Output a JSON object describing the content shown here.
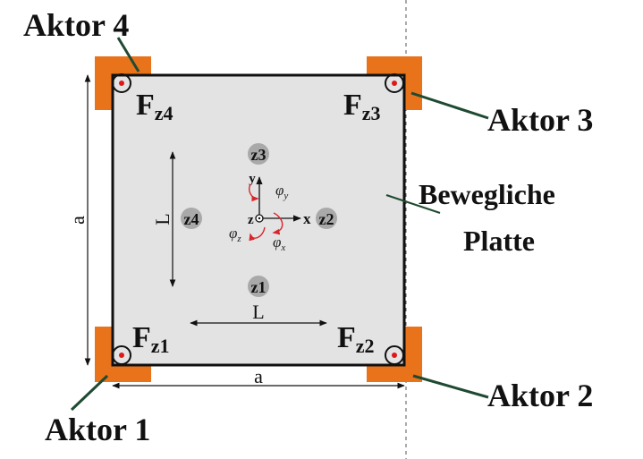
{
  "actuators": [
    {
      "label": "Aktor 1",
      "force_main": "F",
      "force_sub": "z1"
    },
    {
      "label": "Aktor 2",
      "force_main": "F",
      "force_sub": "z2"
    },
    {
      "label": "Aktor 3",
      "force_main": "F",
      "force_sub": "z3"
    },
    {
      "label": "Aktor 4",
      "force_main": "F",
      "force_sub": "z4"
    }
  ],
  "plate": {
    "label_line1": "Bewegliche",
    "label_line2": "Platte"
  },
  "dimensions": {
    "side": "a",
    "sensor_spacing": "L"
  },
  "sensors": [
    "z1",
    "z2",
    "z3",
    "z4"
  ],
  "axes": {
    "x": "x",
    "y": "y",
    "z": "z"
  },
  "rotations": {
    "phi_x_main": "φ",
    "phi_x_sub": "x",
    "phi_y_main": "φ",
    "phi_y_sub": "y",
    "phi_z_main": "φ",
    "phi_z_sub": "z"
  },
  "colors": {
    "actuator": "#e8731b",
    "plate": "#e3e3e3",
    "sensor": "#a9a9a9",
    "leader": "#1f4a32",
    "rotation_arrow": "#d9262b",
    "actuator_dot": "#e0161b"
  }
}
